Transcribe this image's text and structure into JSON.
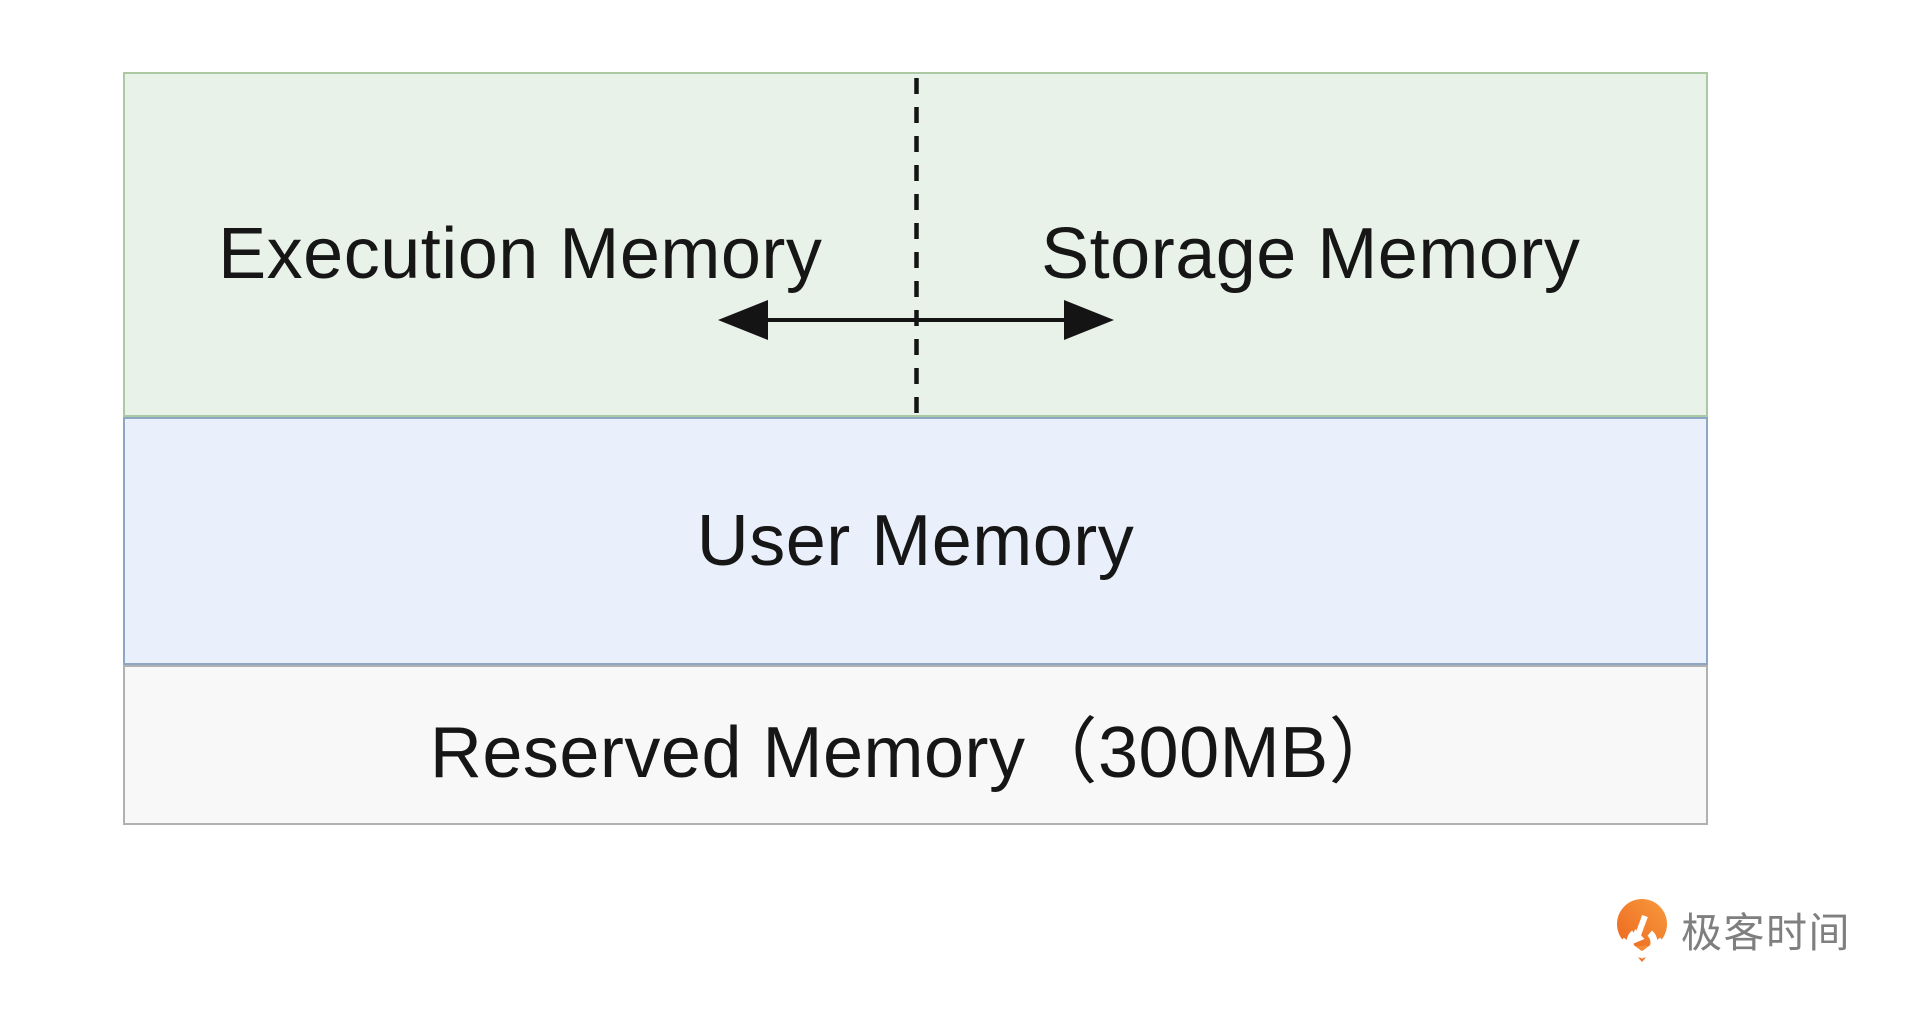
{
  "memory_diagram": {
    "unified_pool": {
      "execution_label": "Execution Memory",
      "storage_label": "Storage Memory"
    },
    "user_memory_label": "User Memory",
    "reserved_memory_label": "Reserved Memory（300MB）"
  },
  "branding": {
    "logo_text": "极客时间"
  },
  "colors": {
    "unified_fill": "#e8f2e9",
    "unified_border": "#abc9a2",
    "user_fill": "#e9f0fb",
    "user_border": "#8ca6c4",
    "reserved_fill": "#f8f8f8",
    "reserved_border": "#b1b1b1",
    "line_black": "#141414",
    "logo_orange_light": "#f89b3e",
    "logo_orange_dark": "#ec671e",
    "logo_white": "#ffffff",
    "logo_text_gray": "#7f7f7f"
  }
}
